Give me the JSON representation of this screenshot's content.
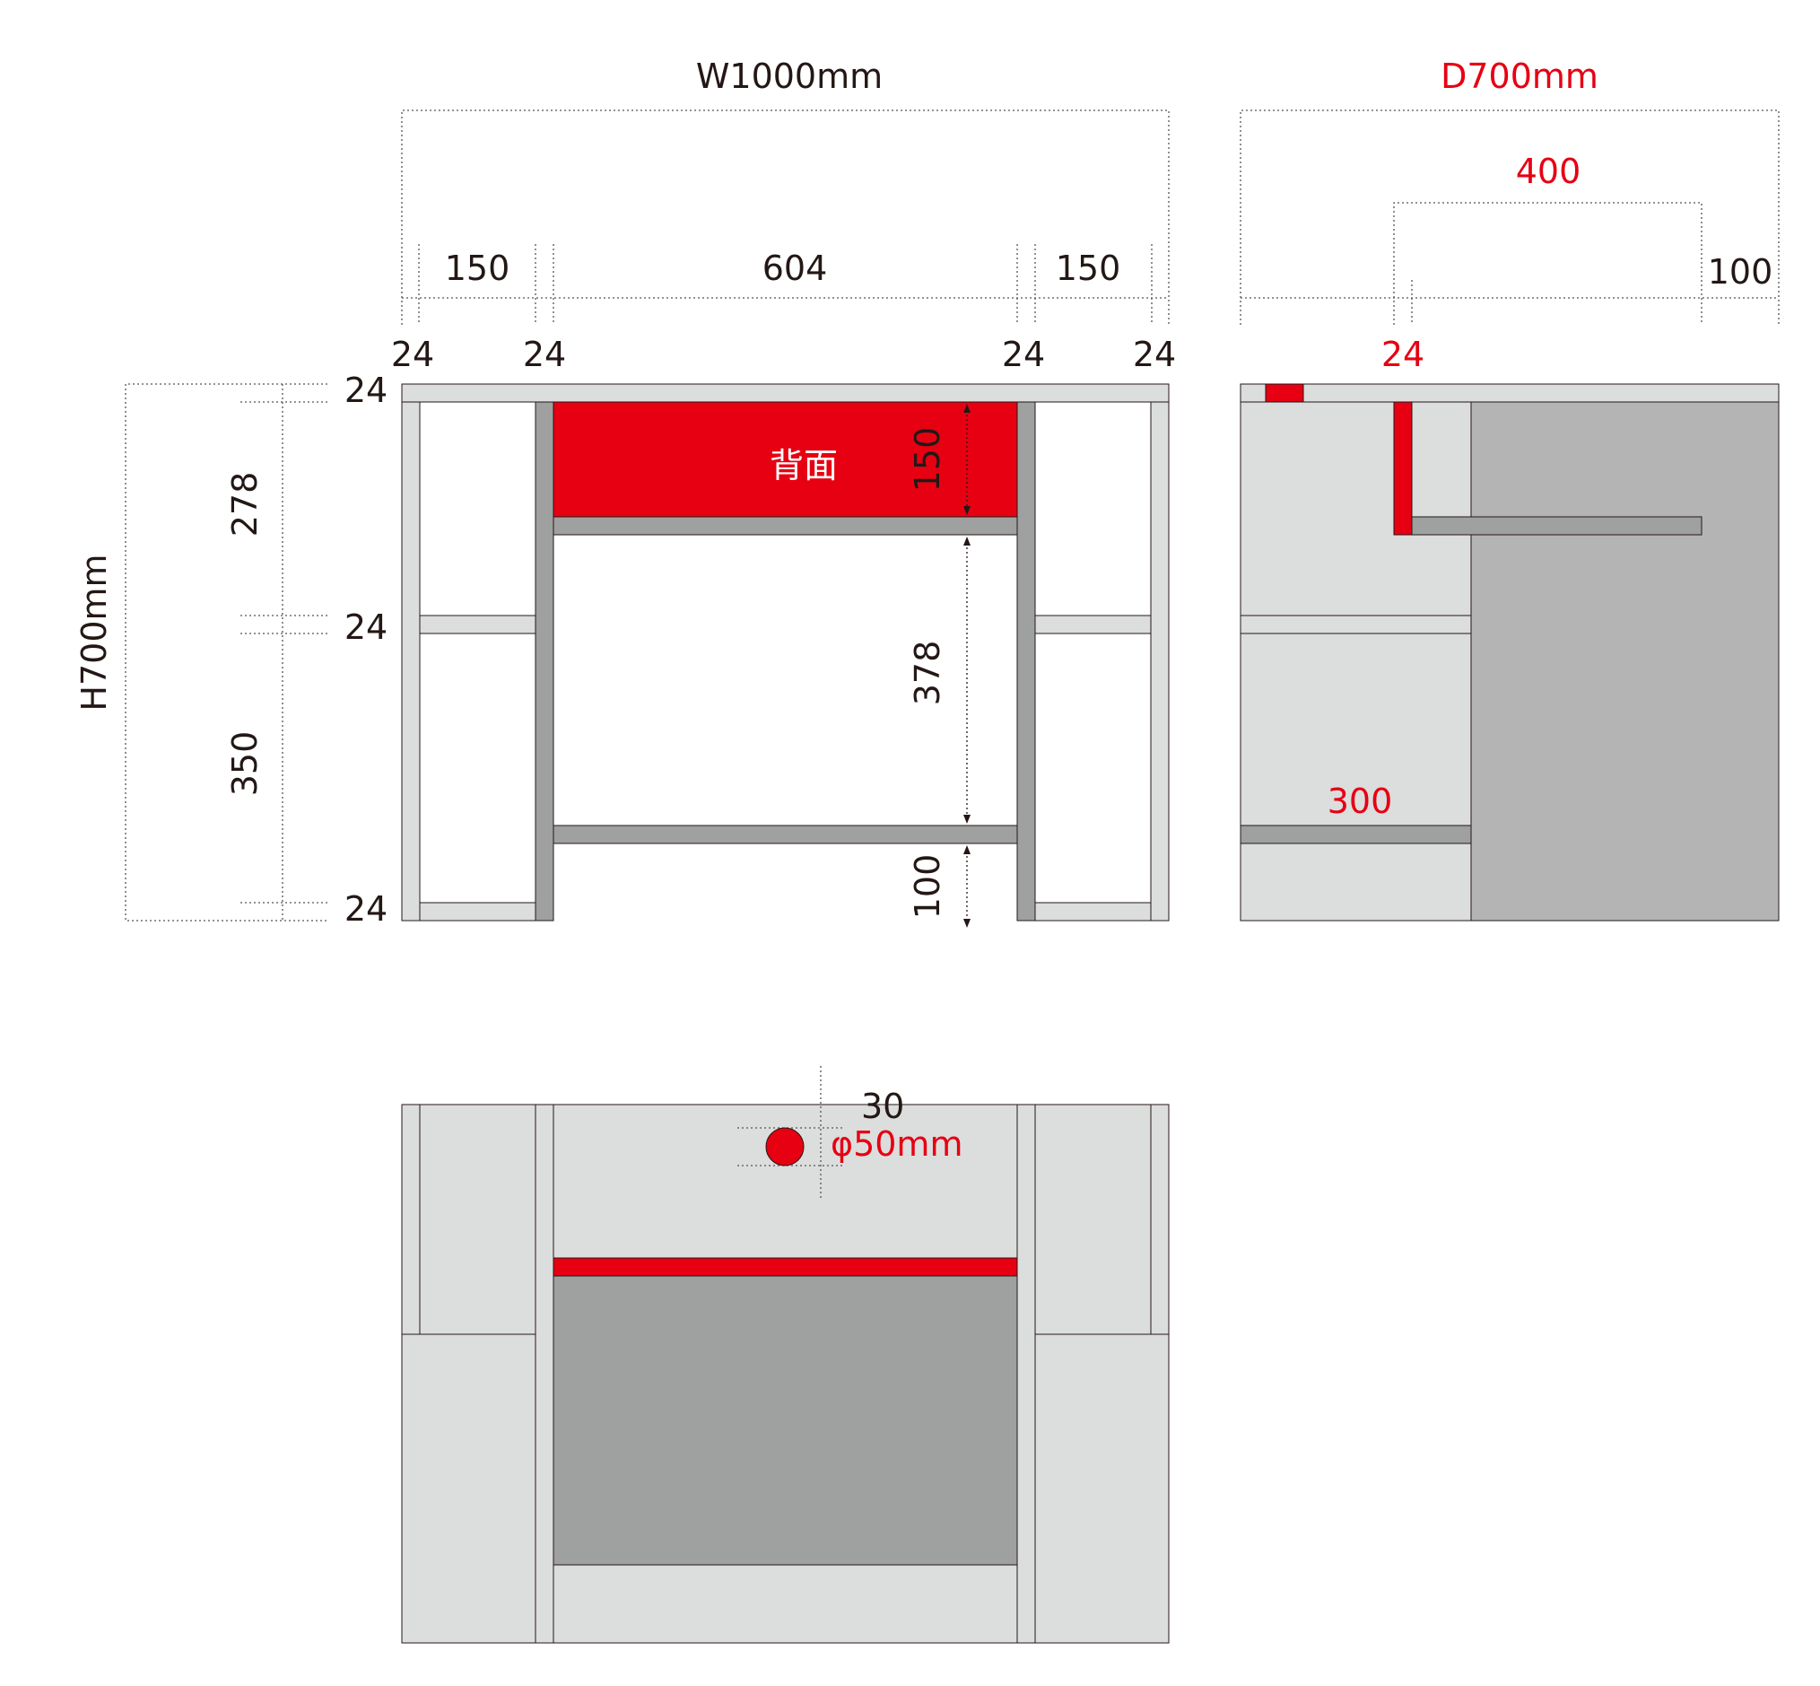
{
  "front_view": {
    "width_label": "W1000mm",
    "height_label": "H700mm",
    "dims_horizontal": [
      "150",
      "604",
      "150"
    ],
    "dims_board": [
      "24",
      "24",
      "24",
      "24"
    ],
    "dims_vertical_left": [
      "24",
      "278",
      "24",
      "350",
      "24"
    ],
    "dims_vertical_right": [
      "278",
      "24",
      "350",
      "24"
    ],
    "back_panel_label": "背面",
    "dims_inner": [
      "150",
      "378",
      "100"
    ]
  },
  "side_view": {
    "depth_label": "D700mm",
    "dim_400": "400",
    "dim_100": "100",
    "dim_24": "24",
    "dim_300": "300"
  },
  "top_view": {
    "hole_offset": "30",
    "hole_diameter": "φ50mm"
  },
  "colors": {
    "accent": "#e60012",
    "panel_light": "#dcdddd",
    "panel_mid": "#9fa0a0",
    "panel_dark": "#b4b4b5",
    "line": "#231815"
  }
}
